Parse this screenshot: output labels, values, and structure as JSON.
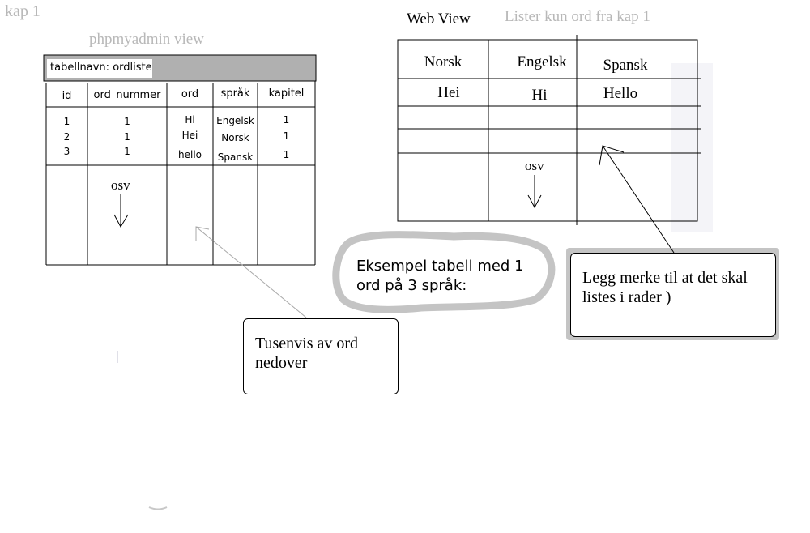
{
  "chapter_label": "kap 1",
  "php_view": {
    "title": "phpmyadmin view",
    "table_label": "tabellnavn: ordliste",
    "columns": [
      "id",
      "ord_nummer",
      "ord",
      "språk",
      "kapitel"
    ],
    "rows": [
      [
        "1",
        "1",
        "Hi",
        "Engelsk",
        "1"
      ],
      [
        "2",
        "1",
        "Hei",
        "Norsk",
        "1"
      ],
      [
        "3",
        "1",
        "hello",
        "Spansk",
        "1"
      ]
    ],
    "continuation": "osv"
  },
  "web_view": {
    "title": "Web View",
    "subtitle": "Lister kun ord fra kap 1",
    "columns": [
      "Norsk",
      "Engelsk",
      "Spansk"
    ],
    "rows": [
      [
        "Hei",
        "Hi",
        "Hello"
      ]
    ],
    "continuation": "osv"
  },
  "callouts": {
    "example": "Eksempel tabell med 1 ord på 3 språk:",
    "thousands": "Tusenvis av ord nedover",
    "rows_note": "Legg merke til at det skal listes i rader )"
  },
  "colors": {
    "line": "#000000",
    "gray_text": "#b8b8b8",
    "cloud": "#c8c8c8"
  }
}
